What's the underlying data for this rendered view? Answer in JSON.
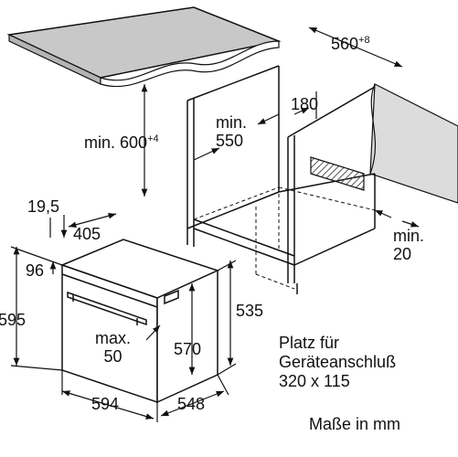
{
  "colors": {
    "line": "#111111",
    "counter_top": "#c8c8c8",
    "wall": "#dcdcdc",
    "hatch": "#555555"
  },
  "dimensions": {
    "niche_width": {
      "value": "560",
      "tolerance": "+8"
    },
    "niche_height": {
      "prefix": "min. ",
      "value": "600",
      "tolerance": "+4"
    },
    "niche_depth": {
      "line1": "min.",
      "line2": "550"
    },
    "cutout_offset": "180",
    "gap": {
      "line1": "min.",
      "line2": "20"
    },
    "front_offset": "19,5",
    "panel_depth": "405",
    "top_offset": "96",
    "oven_height": "595",
    "handle_clearance": {
      "line1": "max.",
      "line2": "50"
    },
    "body_height": "570",
    "door_height": "535",
    "oven_width": "594",
    "oven_depth": "548"
  },
  "connection_note": {
    "line1": "Platz für",
    "line2": "Geräteanschluß",
    "line3": "320 x 115"
  },
  "units_note": "Maße in mm"
}
